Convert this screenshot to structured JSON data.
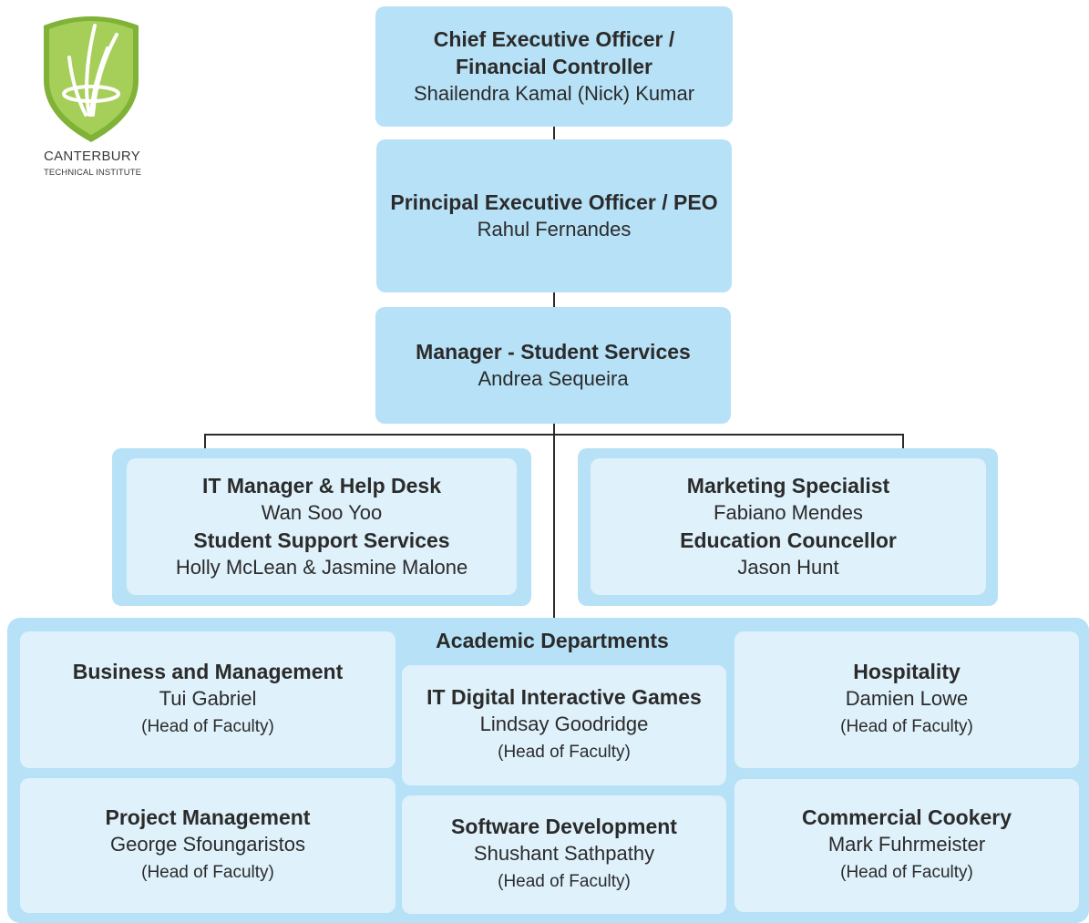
{
  "logo": {
    "name": "CANTERBURY",
    "subtitle": "TECHNICAL INSTITUTE",
    "colors": {
      "shield_light": "#a6cf5a",
      "shield_dark": "#7fb236"
    }
  },
  "ceo": {
    "title_line1": "Chief Executive Officer /",
    "title_line2": "Financial Controller",
    "name": "Shailendra Kamal (Nick) Kumar"
  },
  "peo": {
    "title": "Principal Executive Officer / PEO",
    "name": "Rahul Fernandes"
  },
  "student_services": {
    "title": "Manager - Student Services",
    "name": "Andrea Sequeira"
  },
  "left_group": {
    "title1": "IT Manager & Help Desk",
    "name1": "Wan Soo Yoo",
    "title2": "Student Support Services",
    "name2": "Holly McLean & Jasmine Malone"
  },
  "right_group": {
    "title1": "Marketing Specialist",
    "name1": "Fabiano Mendes",
    "title2": "Education Councellor",
    "name2": "Jason Hunt"
  },
  "academic": {
    "heading": "Academic Departments",
    "departments": [
      {
        "title": "Business and Management",
        "name": "Tui Gabriel",
        "role": "(Head of Faculty)"
      },
      {
        "title": "IT Digital Interactive Games",
        "name": "Lindsay Goodridge",
        "role": "(Head of Faculty)"
      },
      {
        "title": "Hospitality",
        "name": "Damien Lowe",
        "role": "(Head of Faculty)"
      },
      {
        "title": "Project Management",
        "name": "George Sfoungaristos",
        "role": "(Head of Faculty)"
      },
      {
        "title": "Software Development",
        "name": "Shushant Sathpathy",
        "role": "(Head of Faculty)"
      },
      {
        "title": "Commercial Cookery",
        "name": "Mark Fuhrmeister",
        "role": "(Head of Faculty)"
      }
    ]
  },
  "colors": {
    "box_blue": "#b7e1f6",
    "box_pale": "#dff1fb",
    "connector": "#2b2b2b"
  }
}
